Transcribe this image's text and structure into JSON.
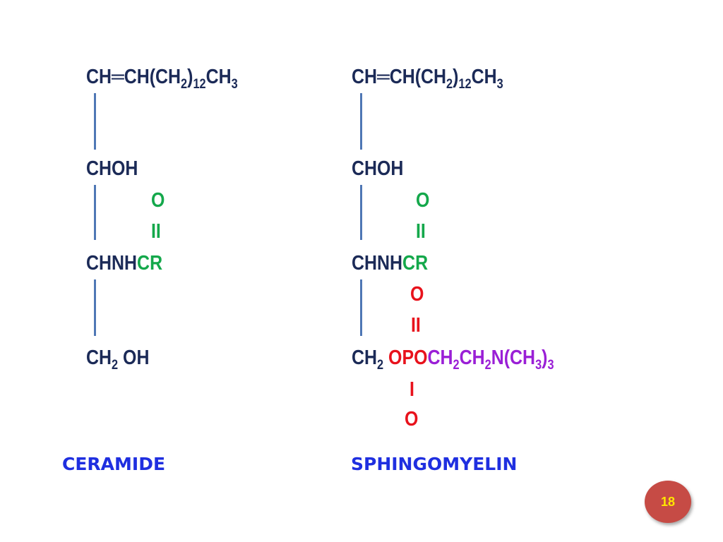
{
  "ceramide": {
    "row1_main": "CH═CH(CH",
    "row1_sub1": "2",
    "row1_close": ")",
    "row1_sub2": "12",
    "row1_ch": "CH",
    "row1_sub3": "3",
    "choh": "CHOH",
    "carbonyl_o": "O",
    "carbonyl_bond": "II",
    "chnh": "CHNH",
    "cr": "CR",
    "ch2_main": "CH",
    "ch2_sub": "2",
    "oh": " OH",
    "name": "CERAMIDE"
  },
  "sphingomyelin": {
    "row1_main": "CH═CH(CH",
    "row1_sub1": "2",
    "row1_close": ")",
    "row1_sub2": "12",
    "row1_ch": "CH",
    "row1_sub3": "3",
    "choh": "CHOH",
    "carbonyl_o": "O",
    "carbonyl_bond": "II",
    "chnh": "CHNH",
    "cr": "CR",
    "phosphate_o_top": "O",
    "phosphate_bond_top": "II",
    "ch2_main": "CH",
    "ch2_sub": "2",
    "opo": " OPO",
    "choline_ch_a": "CH",
    "choline_sub_a": "2",
    "choline_ch_b": "CH",
    "choline_sub_b": "2",
    "choline_n": "N(CH",
    "choline_sub_c": "3",
    "choline_close": ")",
    "choline_sub_d": "3",
    "phosphate_bond_bottom": "I",
    "phosphate_o_bottom": "O",
    "name": "SPHINGOMYELIN"
  },
  "slide": {
    "page_number": "18"
  },
  "colors": {
    "structure_text": "#1b2a57",
    "carbonyl": "#14a84b",
    "phosphate": "#e8121c",
    "choline": "#9a1fd6",
    "label": "#1f2fe0",
    "bond_line": "#4f77b5",
    "badge_fill": "#c64b45",
    "badge_text": "#ffe600"
  }
}
